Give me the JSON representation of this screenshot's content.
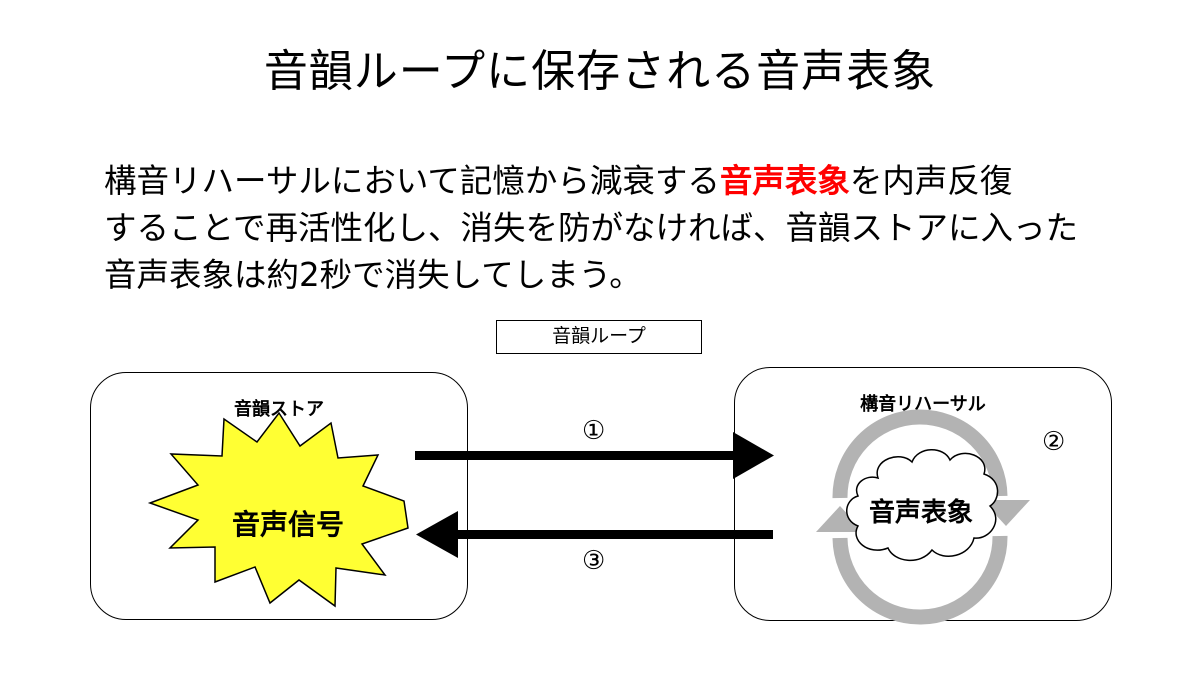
{
  "title": "音韻ループに保存される音声表象",
  "description": {
    "part1": "構音リハーサルにおいて記憶から減衰する",
    "highlight": "音声表象",
    "part2": "を内声反復",
    "part3": "することで再活性化し、消失を防がなければ、音韻ストアに入った",
    "part4": "音声表象は約2秒で消失してしまう。"
  },
  "loop_label": "音韻ループ",
  "store": {
    "title": "音韻ストア",
    "signal": "音声信号"
  },
  "rehearsal": {
    "title": "構音リハーサル",
    "representation": "音声表象"
  },
  "steps": {
    "one": "①",
    "two": "②",
    "three": "③"
  },
  "colors": {
    "highlight": "#ff0000",
    "starburst": "#ffff33",
    "cycle": "#b3b3b3"
  },
  "icons": [
    "starburst-shape",
    "cloud-shape",
    "cycle-arrows-icon",
    "arrow-right-icon",
    "arrow-left-icon"
  ]
}
